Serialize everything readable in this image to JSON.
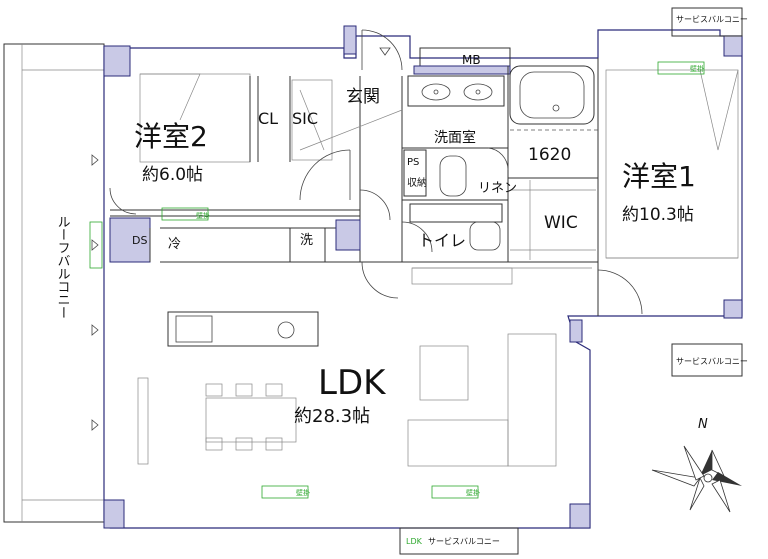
{
  "rooms": {
    "western1": {
      "name": "洋室1",
      "area": "約10.3帖"
    },
    "western2": {
      "name": "洋室2",
      "area": "約6.0帖"
    },
    "ldk": {
      "name": "LDK",
      "area": "約28.3帖"
    },
    "entrance": "玄関",
    "washroom": "洗面室",
    "toilet": "トイレ",
    "wic": "WIC",
    "sic": "SIC",
    "closet": "CL",
    "linen": "リネン",
    "bath_size": "1620",
    "storage": "収納",
    "ps": "PS",
    "mb": "MB",
    "ds": "DS",
    "fridge": "冷",
    "washer": "洗"
  },
  "balconies": {
    "roof": "ルーフバルコニー",
    "service_top": "サービスバルコニー",
    "service_mid": "サービスバルコニー",
    "service_bottom": "サービスバルコニー"
  },
  "labels": {
    "wall_note": "壁掛",
    "ldk_code": "LDK",
    "compass": "N"
  },
  "colors": {
    "wall_outline": "#2b2b7a",
    "wall_fill": "#c9c9e6",
    "wall_mark": "#2ea82e"
  }
}
